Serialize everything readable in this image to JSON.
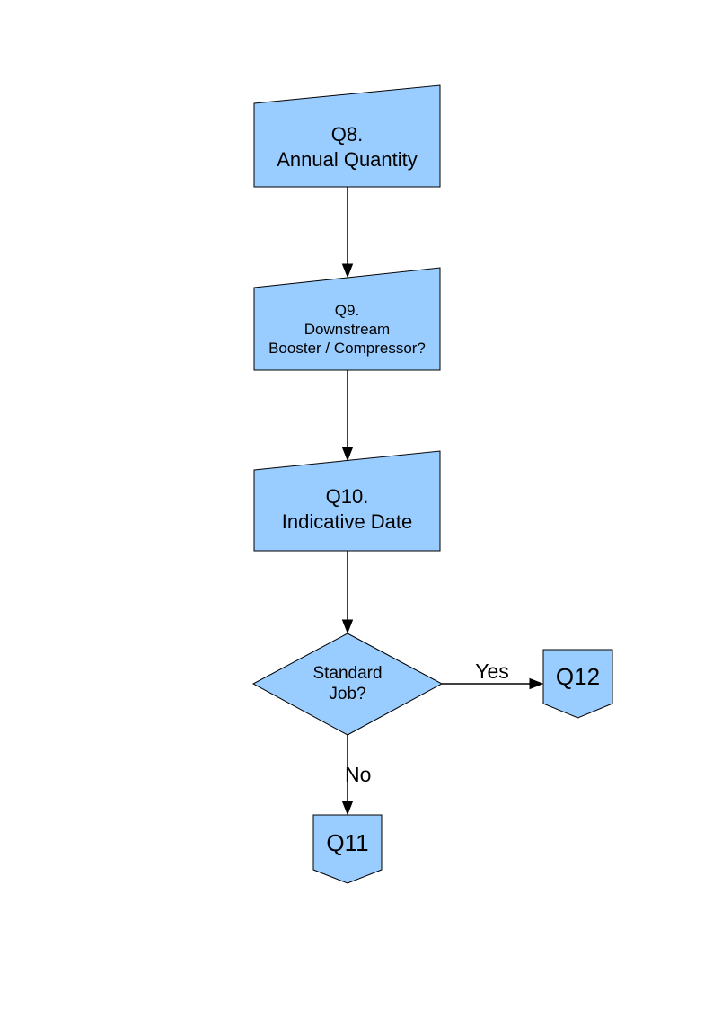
{
  "colors": {
    "page_background": "#FFFFFF",
    "shape_fill": "#99CCFF",
    "shape_border": "#000000",
    "arrow": "#000000",
    "text": "#000000"
  },
  "flowchart": {
    "nodes": {
      "q8": {
        "id": "Q8",
        "type": "card",
        "label": "Q8.\nAnnual Quantity"
      },
      "q9": {
        "id": "Q9",
        "type": "card",
        "label": "Q9.\nDownstream\nBooster / Compressor?"
      },
      "q10": {
        "id": "Q10",
        "type": "card",
        "label": "Q10.\nIndicative Date"
      },
      "decision": {
        "id": "StandardJob",
        "type": "decision",
        "label": "Standard\nJob?"
      },
      "q12": {
        "id": "Q12",
        "type": "offpage_connector",
        "label": "Q12"
      },
      "q11": {
        "id": "Q11",
        "type": "offpage_connector",
        "label": "Q11"
      }
    },
    "edges": [
      {
        "from": "Q8",
        "to": "Q9",
        "label": ""
      },
      {
        "from": "Q9",
        "to": "Q10",
        "label": ""
      },
      {
        "from": "Q10",
        "to": "StandardJob",
        "label": ""
      },
      {
        "from": "StandardJob",
        "to": "Q12",
        "label": "Yes"
      },
      {
        "from": "StandardJob",
        "to": "Q11",
        "label": "No"
      }
    ]
  }
}
